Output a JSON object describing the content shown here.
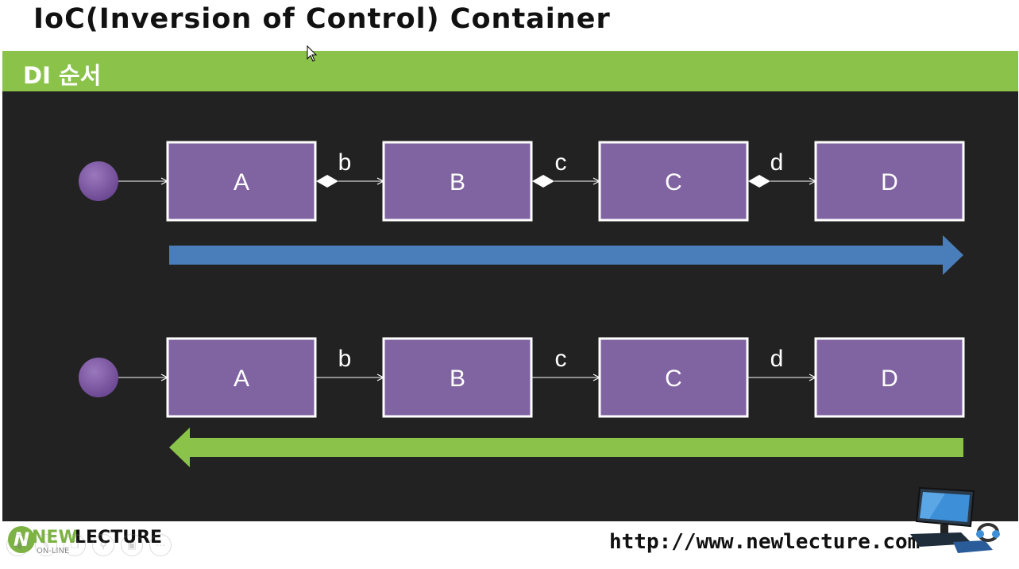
{
  "header": {
    "title": "IoC(Inversion of Control) Container"
  },
  "section": {
    "label": "DI 순서"
  },
  "diagram": {
    "rows": [
      {
        "boxes": [
          "A",
          "B",
          "C",
          "D"
        ],
        "links": [
          "b",
          "c",
          "d"
        ],
        "link_style": "composition-diamond",
        "direction_arrow": {
          "direction": "right",
          "color": "#4a7ebb"
        }
      },
      {
        "boxes": [
          "A",
          "B",
          "C",
          "D"
        ],
        "links": [
          "b",
          "c",
          "d"
        ],
        "link_style": "plain-arrow",
        "direction_arrow": {
          "direction": "left",
          "color": "#8bc34a"
        }
      }
    ],
    "colors": {
      "box_fill": "#8064a2",
      "box_border": "#ffffff",
      "start_node": "#7a549e",
      "background": "#222222"
    }
  },
  "footer": {
    "logo_new": "NEW",
    "logo_lecture": "LECTURE",
    "logo_online": "ON-LINE",
    "url": "http://www.newlecture.com",
    "icons": [
      "computer-icon",
      "headset-icon"
    ]
  }
}
